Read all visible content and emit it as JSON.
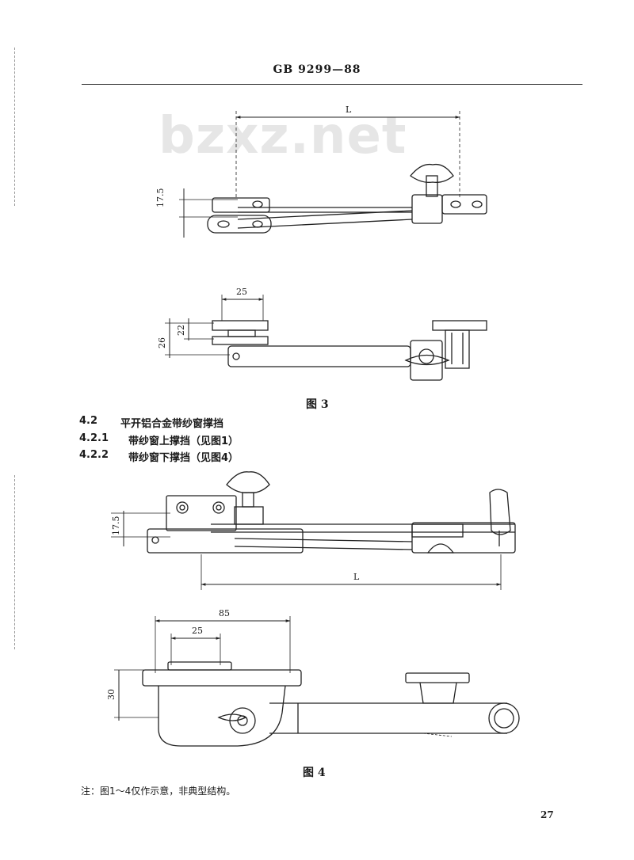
{
  "header": {
    "standard_code": "GB  9299—88"
  },
  "watermark": "bzxz.net",
  "figure3": {
    "caption": "图      3",
    "dimensions": {
      "length": "L",
      "height": "17.5",
      "width": "25",
      "height_26": "26",
      "height_22": "22"
    }
  },
  "sections": [
    {
      "number": "4.2",
      "title": "平开铝合金带纱窗撑挡"
    },
    {
      "number": "4.2.1",
      "title": "带纱窗上撑挡（见图1）"
    },
    {
      "number": "4.2.2",
      "title": "带纱窗下撑挡（见图4）"
    }
  ],
  "figure4": {
    "caption": "图      4",
    "dimensions": {
      "height": "17.5",
      "length": "L",
      "width_85": "85",
      "width_25": "25",
      "height_30": "30"
    }
  },
  "note": "注：图1～4仅作示意，非典型结构。",
  "page_number": "27"
}
